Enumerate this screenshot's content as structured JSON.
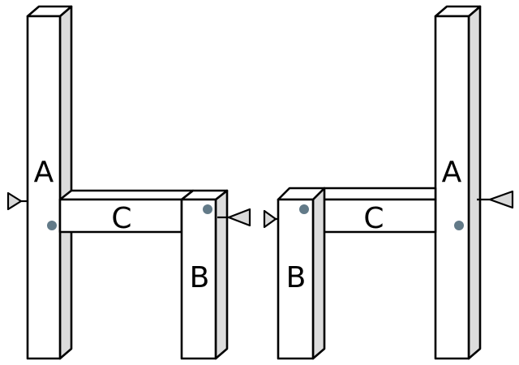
{
  "colors": {
    "outline": "#000000",
    "face": "#ffffff",
    "side_shade": "#dcdcdc",
    "pin": "#627a88",
    "nozzle": "#d9d9d9"
  },
  "figures": [
    {
      "name": "left-assembly",
      "labels": {
        "post": "A",
        "short_post": "B",
        "beam": "C"
      }
    },
    {
      "name": "right-assembly",
      "labels": {
        "post": "A",
        "short_post": "B",
        "beam": "C"
      }
    }
  ]
}
